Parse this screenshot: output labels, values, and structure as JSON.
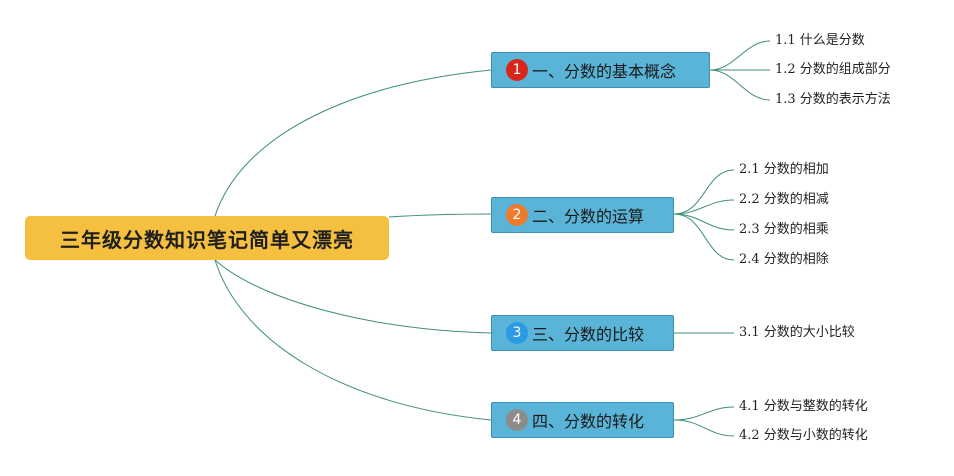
{
  "root": {
    "label": "三年级分数知识笔记简单又漂亮"
  },
  "branches": [
    {
      "number": "1",
      "badge_color": "#d9261c",
      "label": "一、分数的基本概念",
      "leaves": [
        "1.1 什么是分数",
        "1.2 分数的组成部分",
        "1.3 分数的表示方法"
      ]
    },
    {
      "number": "2",
      "badge_color": "#ee7b2c",
      "label": "二、分数的运算",
      "leaves": [
        "2.1 分数的相加",
        "2.2 分数的相减",
        "2.3 分数的相乘",
        "2.4 分数的相除"
      ]
    },
    {
      "number": "3",
      "badge_color": "#2b9ae6",
      "label": "三、分数的比较",
      "leaves": [
        "3.1 分数的大小比较"
      ]
    },
    {
      "number": "4",
      "badge_color": "#8c8c8c",
      "label": "四、分数的转化",
      "leaves": [
        "4.1 分数与整数的转化",
        "4.2 分数与小数的转化"
      ]
    }
  ],
  "colors": {
    "root_fill": "#f5c040",
    "branch_fill": "#5ab4d8",
    "connector": "#3f8f74"
  }
}
